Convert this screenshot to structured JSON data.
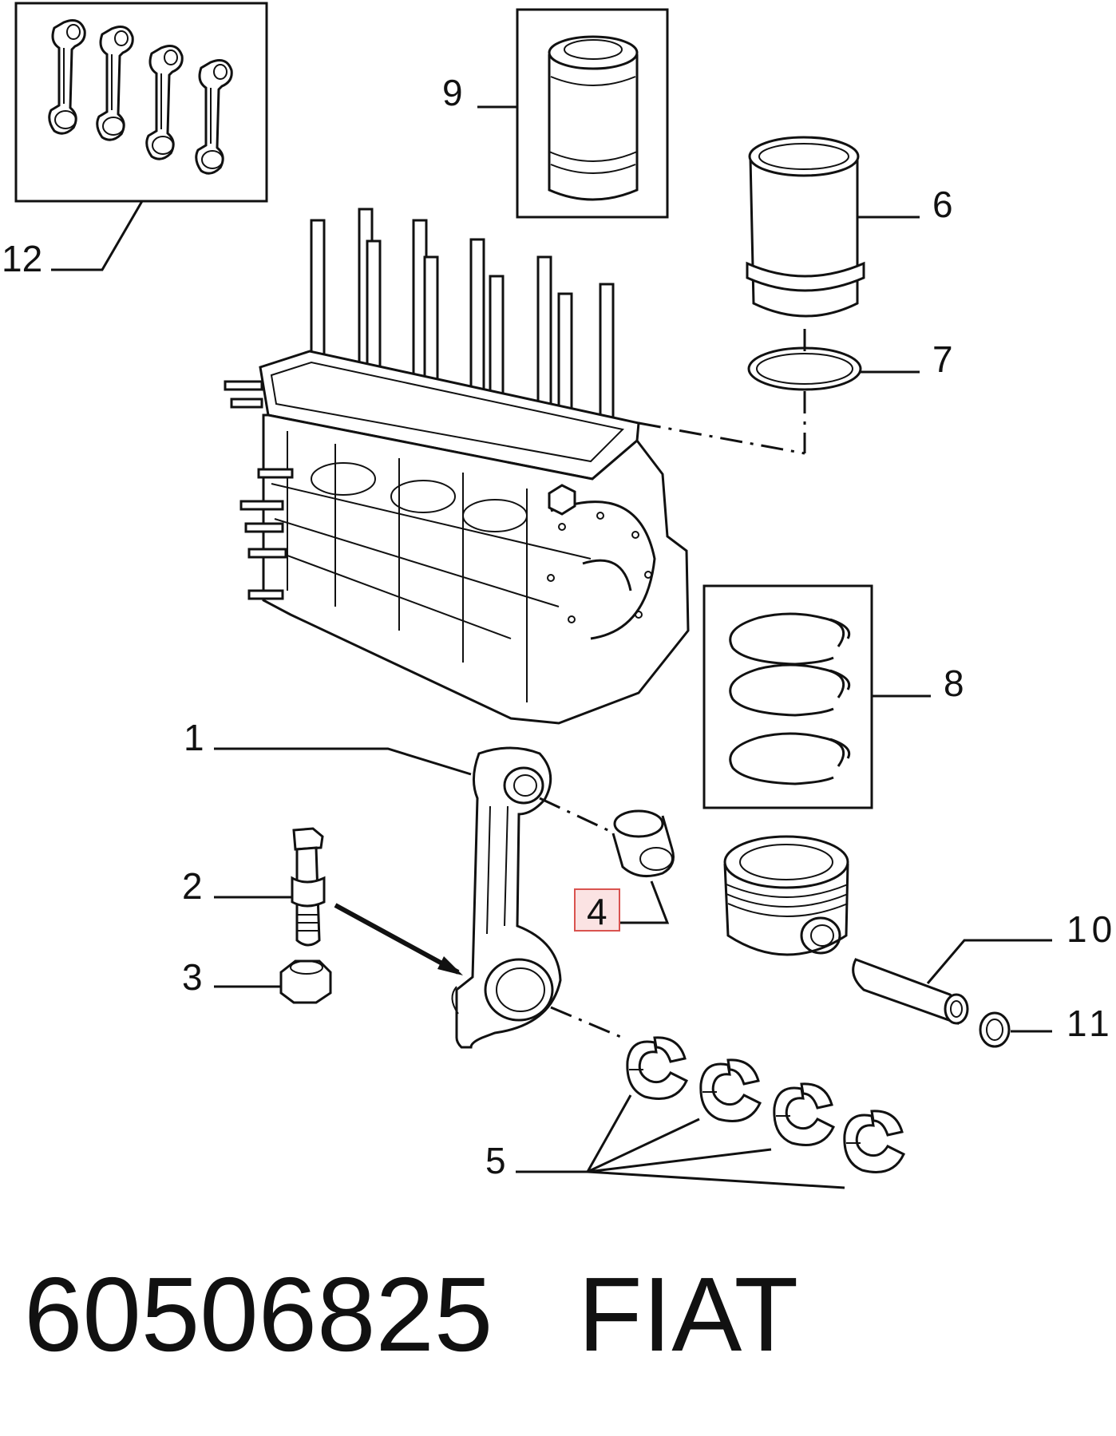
{
  "callouts": {
    "c1": "1",
    "c2": "2",
    "c3": "3",
    "c4": "4",
    "c5": "5",
    "c6": "6",
    "c7": "7",
    "c8": "8",
    "c9": "9",
    "c10": "10",
    "c11": "11",
    "c12": "12"
  },
  "highlighted_callout": "4",
  "highlight_color": "#d9534f",
  "highlight_fill": "#fbe3e3",
  "footer": {
    "part_number": "60506825",
    "brand": "FIAT"
  }
}
